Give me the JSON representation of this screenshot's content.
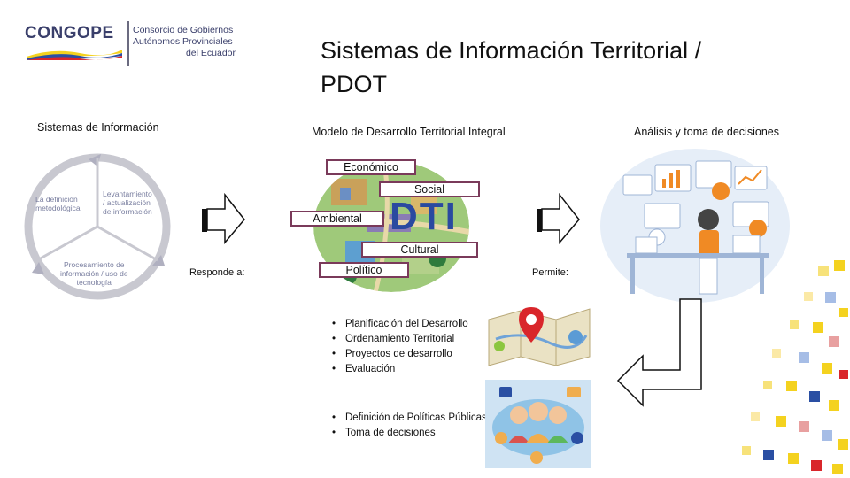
{
  "logo": {
    "brand": "CONGOPE",
    "line1": "Consorcio de Gobiernos",
    "line2": "Autónomos Provinciales",
    "line3": "del Ecuador",
    "colors": {
      "yellow": "#f4d21f",
      "blue": "#2a4fa3",
      "red": "#d9262b"
    }
  },
  "title": {
    "line1": "Sistemas de Información Territorial /",
    "line2": "PDOT"
  },
  "columns": {
    "left": "Sistemas de Información",
    "middle": "Modelo de Desarrollo Territorial Integral",
    "right": "Análisis y toma de decisiones"
  },
  "cycle": {
    "segment_1": [
      "La definición",
      "metodológica"
    ],
    "segment_2": [
      "Levantamiento",
      "/ actualización",
      "de información"
    ],
    "segment_3": [
      "Procesamiento de",
      "información / uso de",
      "tecnología"
    ]
  },
  "labels": {
    "responde": "Responde a:",
    "permite": "Permite:"
  },
  "model": {
    "economico": "Económico",
    "social": "Social",
    "ambiental": "Ambiental",
    "dti": "DTI",
    "cultural": "Cultural",
    "politico": "Político"
  },
  "list_responde": [
    "Planificación del Desarrollo",
    "Ordenamiento Territorial",
    "Proyectos de desarrollo",
    "Evaluación"
  ],
  "list_permite": [
    "Definición de Políticas Públicas",
    "Toma de decisiones"
  ],
  "icons": {
    "map": "map-pin-icon",
    "people": "people-icon",
    "analytics": "analytics-workstation-icon"
  }
}
